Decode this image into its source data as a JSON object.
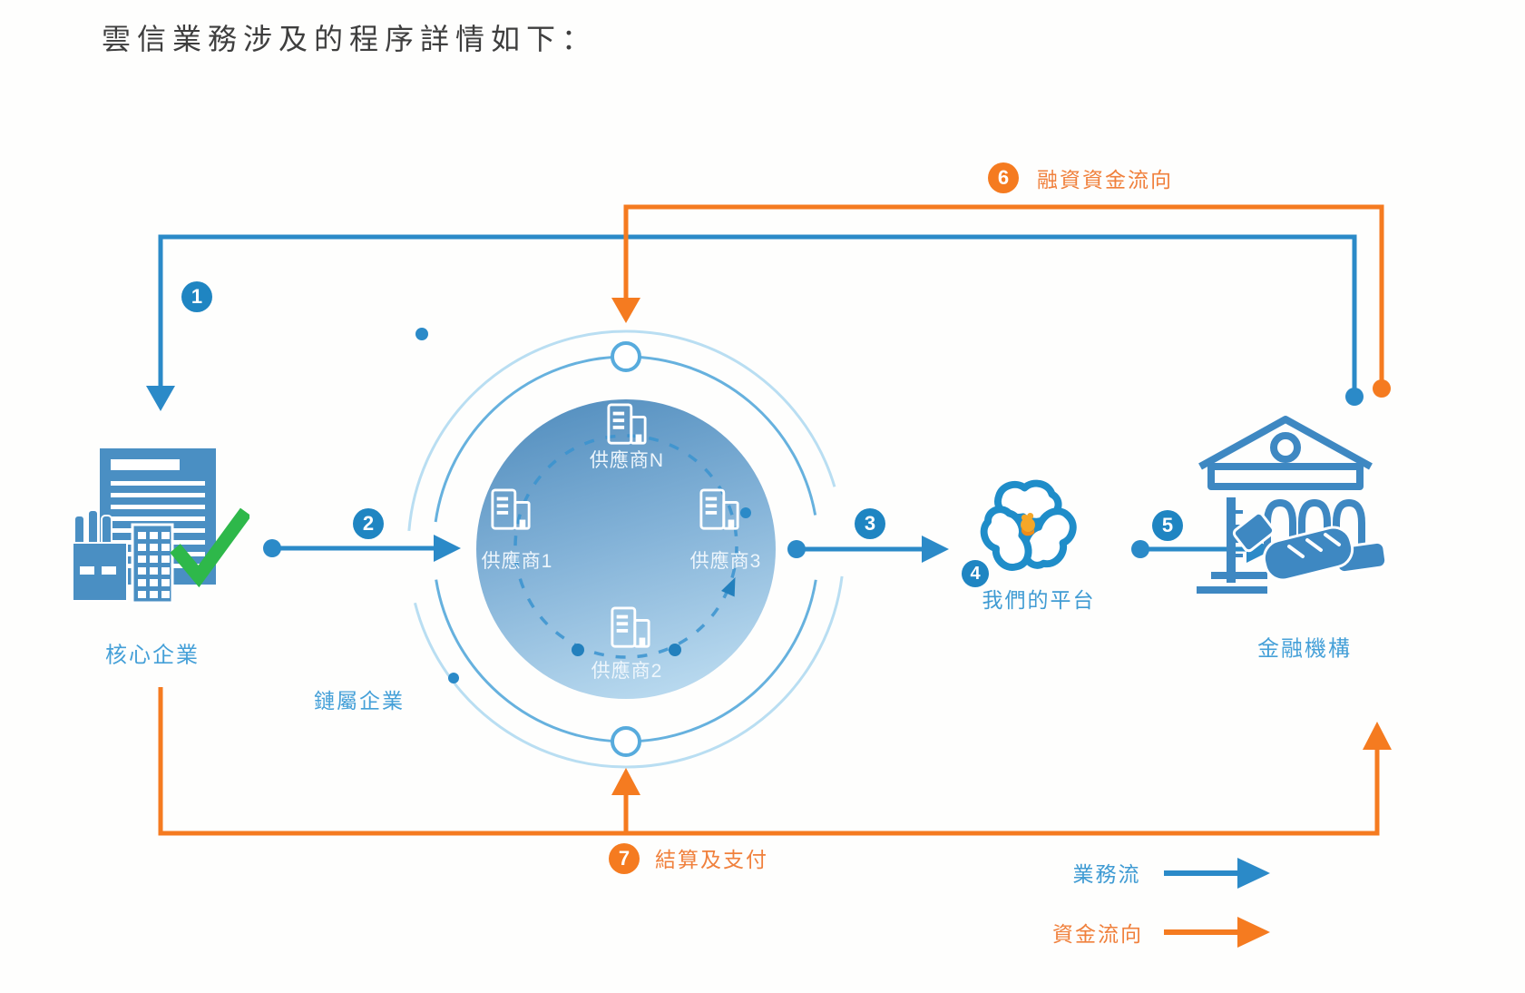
{
  "title": "雲信業務涉及的程序詳情如下：",
  "nodes": {
    "core": "核心企業",
    "chain": "鏈屬企業",
    "platform": "我們的平台",
    "bank": "金融機構",
    "suppliers": {
      "n": "供應商N",
      "s1": "供應商1",
      "s2": "供應商2",
      "s3": "供應商3"
    }
  },
  "steps": {
    "numbers": {
      "1": "1",
      "2": "2",
      "3": "3",
      "4": "4",
      "5": "5",
      "6": "6",
      "7": "7"
    },
    "s6_label": "融資資金流向",
    "s7_label": "結算及支付"
  },
  "legend": {
    "business": "業務流",
    "funds": "資金流向"
  },
  "colors": {
    "flow_blue": "#2b8ac8",
    "flow_orange": "#f57b20",
    "badge_blue": "#1f85c2",
    "label_blue": "#45a0d8",
    "check_green": "#2eb84a",
    "circle_fill_top": "#548fbf",
    "circle_fill_bottom": "#b7d8ee"
  }
}
